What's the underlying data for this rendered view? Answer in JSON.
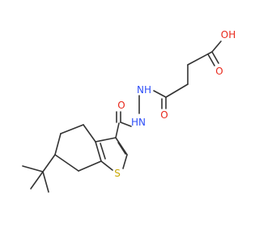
{
  "structure": {
    "atoms": {
      "oh_label": "OH",
      "acid_o_label": "O",
      "ketone_o_label": "O",
      "amide_o_label": "O",
      "nh_upper_label": "NH",
      "nh_lower_label": "HN",
      "sulfur_label": "S"
    }
  },
  "colors": {
    "bond": "#333333",
    "oxygen": "#e8271a",
    "nitrogen": "#3050f8",
    "sulfur": "#c9a800",
    "background": "#ffffff"
  }
}
